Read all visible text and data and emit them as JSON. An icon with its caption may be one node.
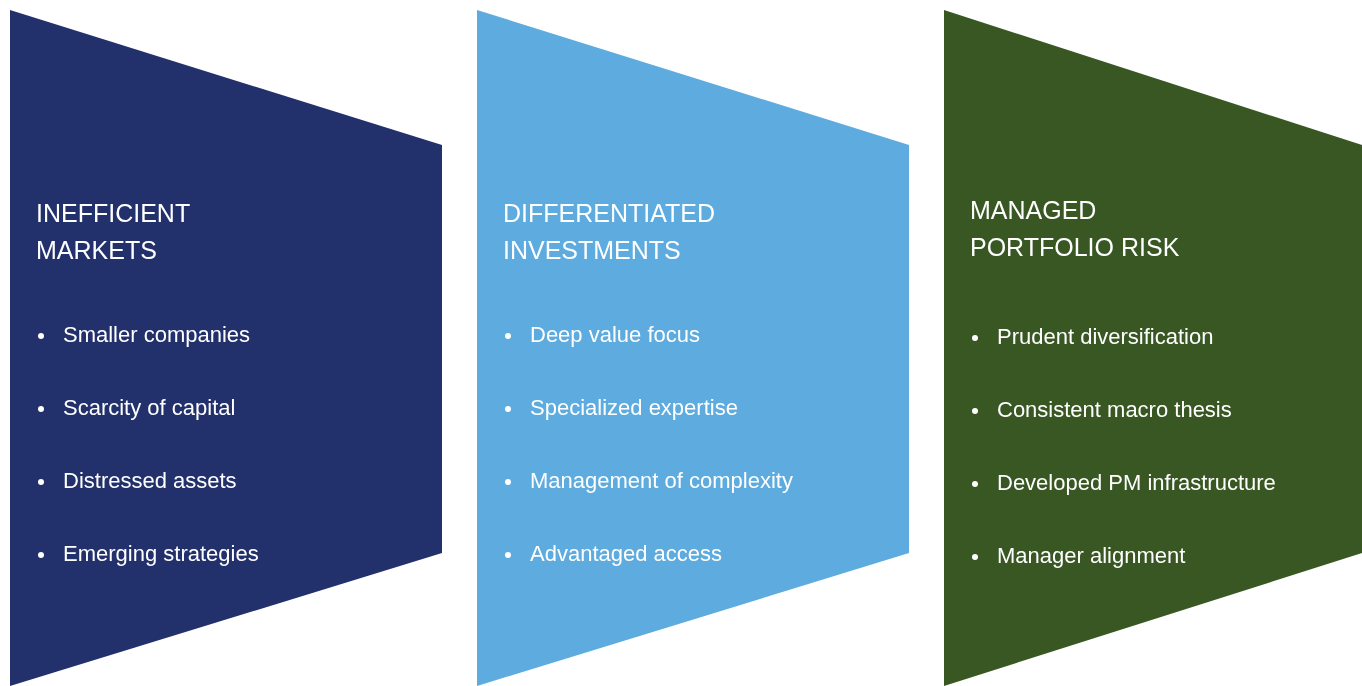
{
  "diagram": {
    "nodes": [
      {
        "text": [
          "INEFFICIENT MARKETS",
          "Smaller companies",
          "Scarcity of capital",
          "Distressed assets",
          "Emerging strategies"
        ]
      },
      {
        "text": [
          "DIFFERENTIATED INVESTMENTS",
          "Deep value focus",
          "Specialized expertise",
          "Management of complexity",
          "Advantaged access"
        ]
      },
      {
        "text": [
          "MANAGED PORTFOLIO RISK",
          "Prudent diversification",
          "Consistent macro thesis",
          "Developed PM infrastructure",
          "Manager alignment"
        ]
      }
    ]
  }
}
